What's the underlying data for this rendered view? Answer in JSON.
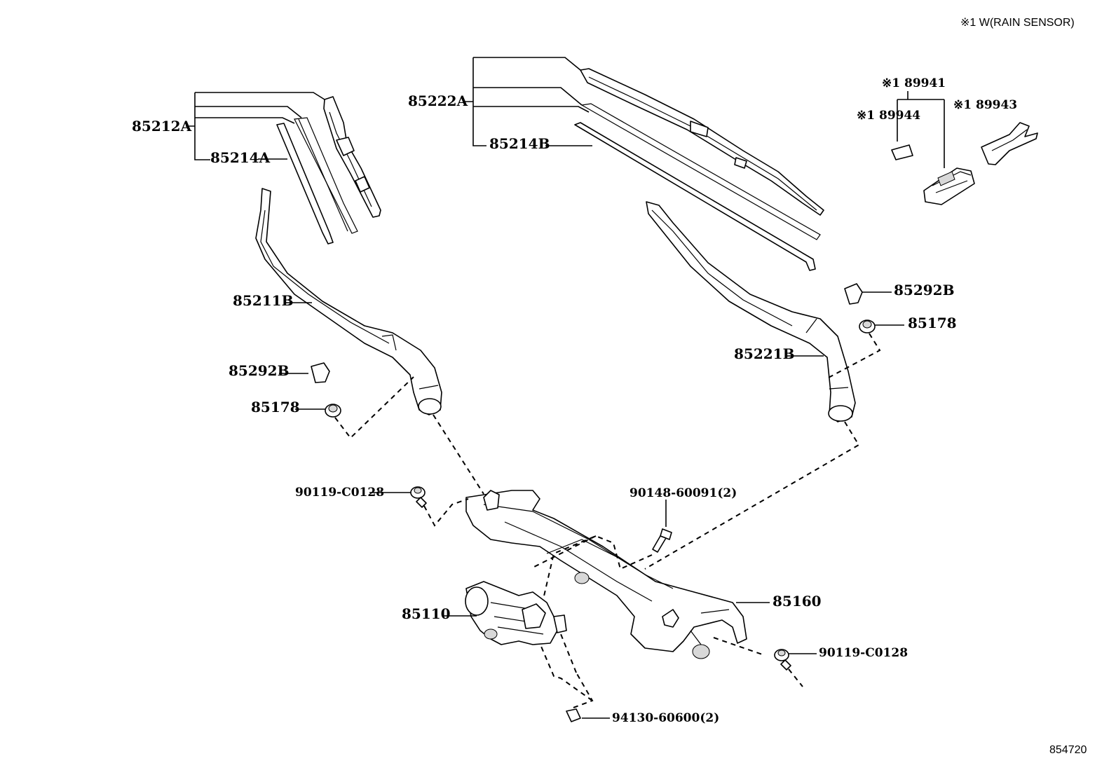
{
  "note": "※1 W(RAIN SENSOR)",
  "diagram_ref": "854720",
  "labels": {
    "p85212A": "85212A",
    "p85214A": "85214A",
    "p85222A": "85222A",
    "p85214B": "85214B",
    "p89941": "※1 89941",
    "p89944": "※1 89944",
    "p89943": "※1 89943",
    "p85211B": "85211B",
    "p85292B_left": "85292B",
    "p85178_left": "85178",
    "p85292B_right": "85292B",
    "p85178_right": "85178",
    "p85221B": "85221B",
    "p90119_left": "90119-C0128",
    "p90148": "90148-60091(2)",
    "p85110": "85110",
    "p85160": "85160",
    "p90119_right": "90119-C0128",
    "p94130": "94130-60600(2)"
  }
}
